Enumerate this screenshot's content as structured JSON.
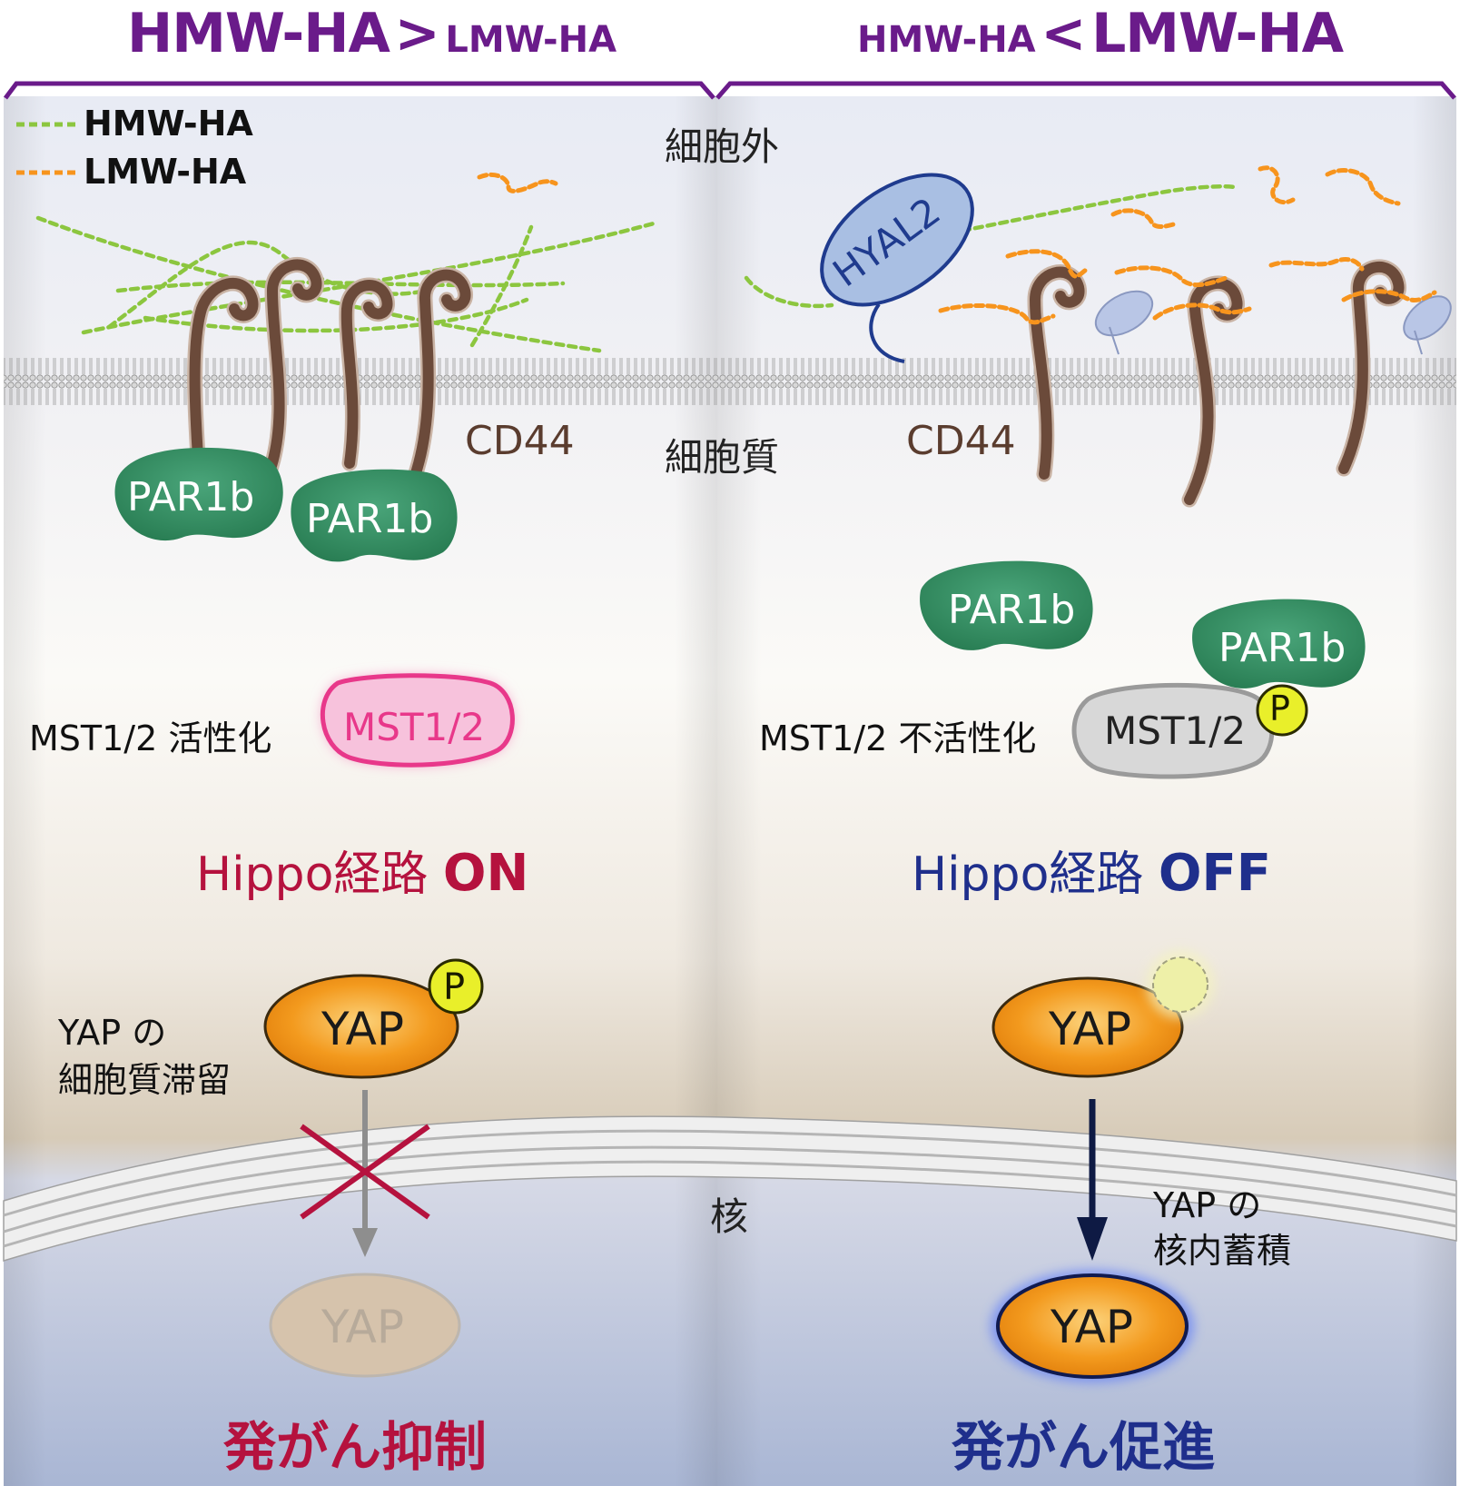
{
  "header": {
    "left_big": "HMW-HA",
    "left_sym": ">",
    "left_small": "LMW-HA",
    "right_small": "HMW-HA",
    "right_sym": "<",
    "right_big": "LMW-HA"
  },
  "legend": {
    "hmw": "HMW-HA",
    "lmw": "LMW-HA"
  },
  "regions": {
    "extracellular": "細胞外",
    "cytoplasm": "細胞質",
    "nucleus": "核"
  },
  "left": {
    "cd44": "CD44",
    "par1b_a": "PAR1b",
    "par1b_b": "PAR1b",
    "mst_caption": "MST1/2 活性化",
    "mst_protein": "MST1/2",
    "hippo_text": "Hippo経路",
    "hippo_state": "ON",
    "yap_caption_1": "YAP の",
    "yap_caption_2": "細胞質滞留",
    "yap": "YAP",
    "phospho": "P",
    "yap_nuclear": "YAP",
    "outcome": "発がん抑制"
  },
  "right": {
    "hyal2": "HYAL2",
    "cd44": "CD44",
    "par1b_a": "PAR1b",
    "par1b_b": "PAR1b",
    "mst_caption": "MST1/2 不活性化",
    "mst_protein": "MST1/2",
    "phospho": "P",
    "hippo_text": "Hippo経路",
    "hippo_state": "OFF",
    "yap": "YAP",
    "yap_caption_1": "YAP の",
    "yap_caption_2": "核内蓄積",
    "yap_nuclear": "YAP",
    "outcome": "発がん促進"
  },
  "colors": {
    "purple": "#6a1b8a",
    "hmw_green": "#8cc63f",
    "lmw_orange": "#f7941d",
    "cd44_brown": "#6b4a3a",
    "par1b_green": "#2e8b5e",
    "mst_pink": "#e8388a",
    "hippo_on_red": "#b5123e",
    "hippo_off_blue": "#1f2f8c",
    "yap_orange": "#f39a1e",
    "phospho_yellow": "#e9ef2a"
  }
}
